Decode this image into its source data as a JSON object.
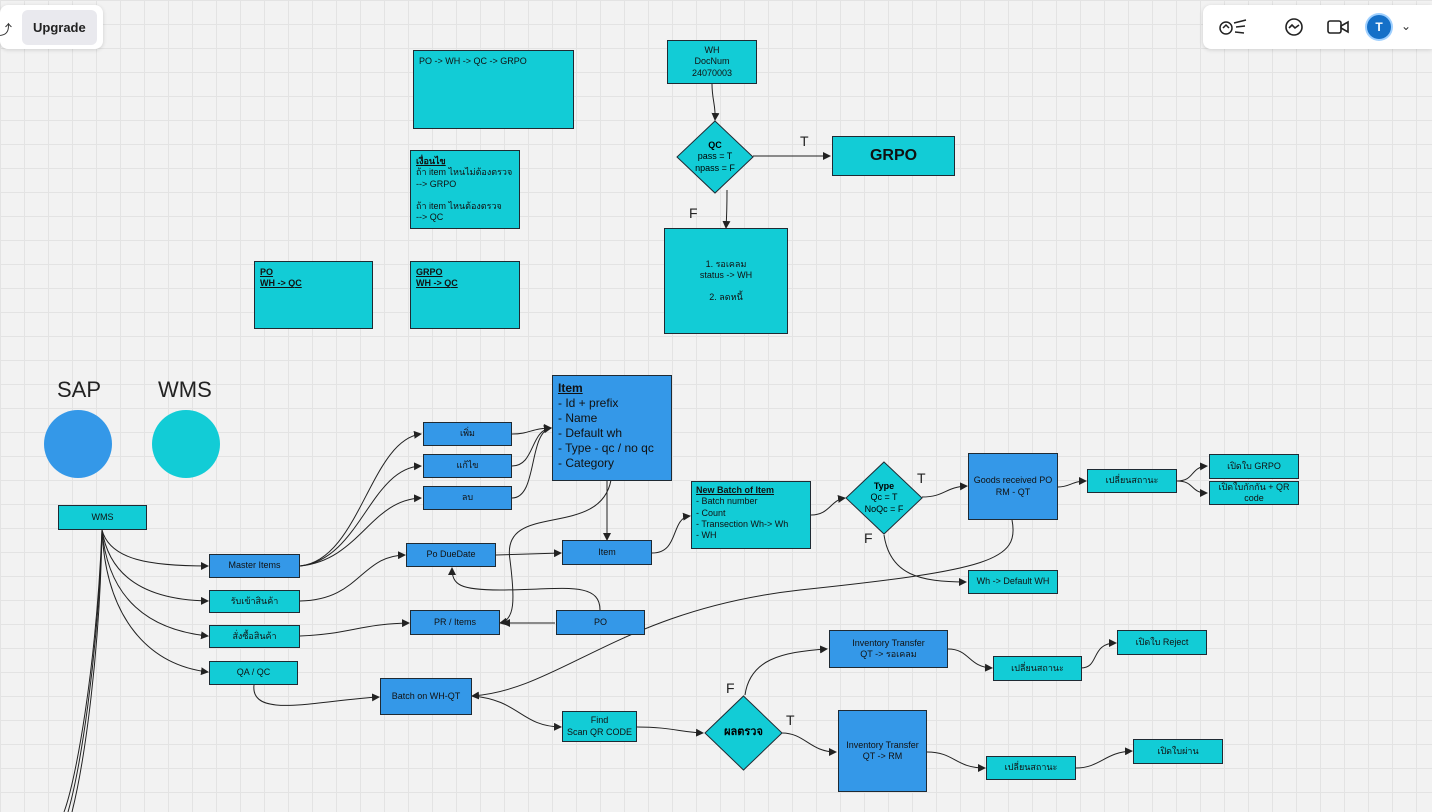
{
  "toolbar": {
    "upgrade_label": "Upgrade",
    "avatar_letter": "T"
  },
  "circles": {
    "sap_label": "SAP",
    "wms_label": "WMS",
    "sap_color": "#3498e8",
    "wms_color": "#12ccd6"
  },
  "colors": {
    "cyan": "#12ccd6",
    "blue": "#3498e8"
  },
  "notes": {
    "po_flow": "PO -> WH -> QC -> GRPO",
    "condition_title": "เงื่อนไข",
    "condition_body": "ถ้า item ไหนไม่ต้องตรวจ\n--> GRPO\n\nถ้า item ไหนต้องตรวจ\n--> QC",
    "po_wh_qc": "PO\nWH -> QC",
    "grpo_wh_qc": "GRPO\nWH -> QC"
  },
  "top_flow": {
    "wh_docnum": "WH\nDocNum\n24070003",
    "qc_title": "QC",
    "qc_pass": "pass = T",
    "qc_npass": "npass = F",
    "label_t": "T",
    "label_f": "F",
    "grpo": "GRPO",
    "fail_box": "1. รอเคลม\nstatus -> WH\n\n2. ลดหนี้"
  },
  "item_box": {
    "title": "Item",
    "lines": "- Id + prefix\n- Name\n- Default wh\n- Type - qc / no qc\n- Category"
  },
  "nodes": {
    "wms": "WMS",
    "add": "เพิ่ม",
    "edit": "แก้ไข",
    "delete": "ลบ",
    "master_items": "Master Items",
    "receive": "รับเข้าสินค้า",
    "order": "สั่งซื้อสินค้า",
    "qa_qc": "QA / QC",
    "po_duedate": "Po DueDate",
    "item": "Item",
    "pr_items": "PR / Items",
    "po": "PO",
    "batch_wh_qt": "Batch on WH-QT",
    "find_scan": "Find\nScan QR CODE",
    "new_batch_title": "New Batch of Item",
    "new_batch_lines": "- Batch number\n- Count\n- Transection Wh-> Wh\n- WH",
    "type_title": "Type",
    "type_qc": "Qc = T",
    "type_noqc": "NoQc = F",
    "goods_received": "Goods received PO\nRM - QT",
    "change_status_1": "เปลี่ยนสถานะ",
    "open_grpo": "เปิดใบ GRPO",
    "open_tag_qr": "เปิดใบกักกัน + QR code",
    "wh_default": "Wh -> Default WH",
    "inv_transfer_claim": "Inventory Transfer\nQT -> รอเคลม",
    "change_status_2": "เปลี่ยนสถานะ",
    "open_reject": "เปิดใบ Reject",
    "inspect_result": "ผลตรวจ",
    "inv_transfer_rm": "Inventory Transfer\nQT -> RM",
    "change_status_3": "เปลี่ยนสถานะ",
    "open_pass": "เปิดใบผ่าน"
  }
}
